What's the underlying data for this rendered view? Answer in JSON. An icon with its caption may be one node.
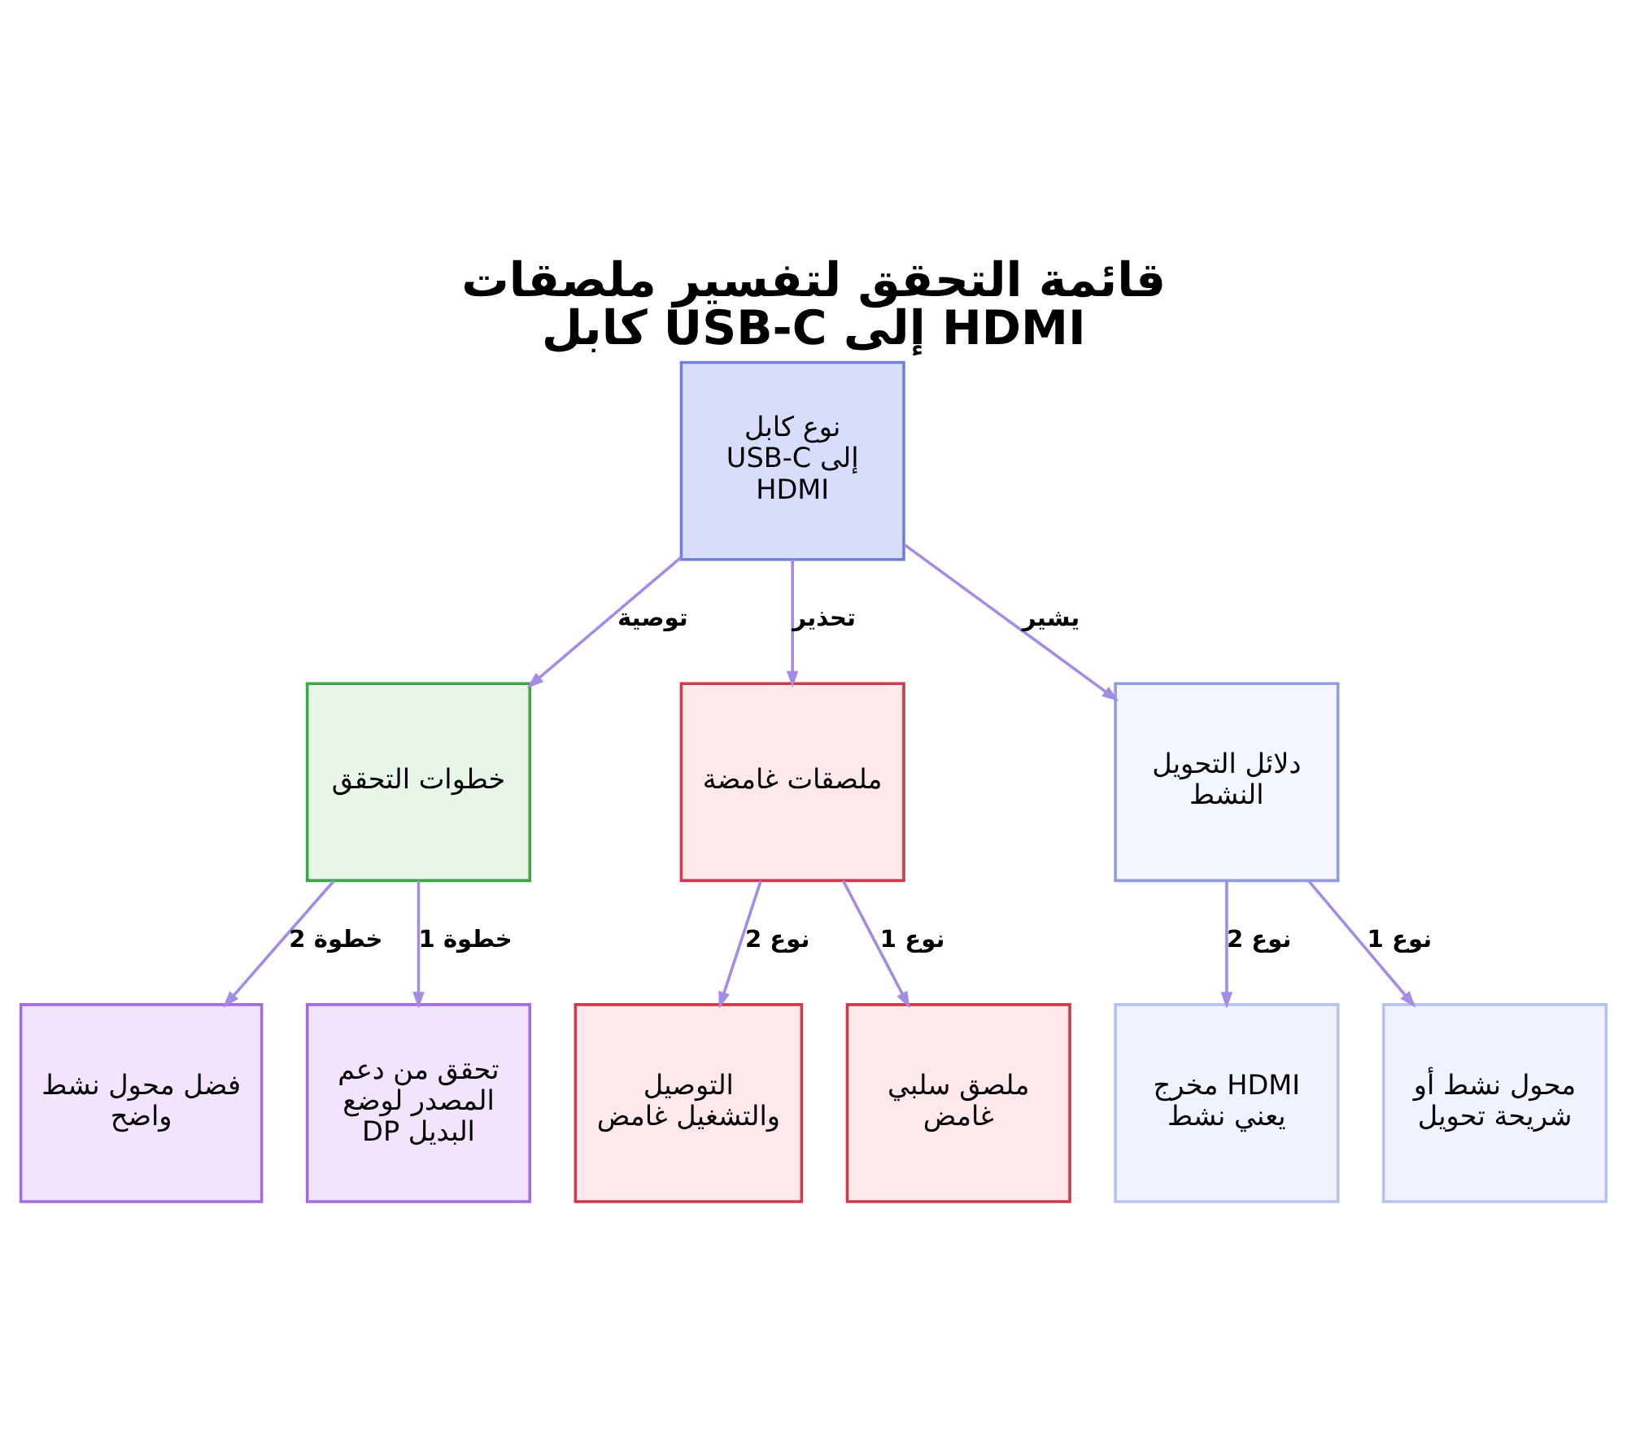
{
  "diagram": {
    "title": "قائمة التحقق لتفسير ملصقات كابل USB-C إلى HDMI",
    "nodes": [
      {
        "text": [
          "نوع كابل USB-C إلى HDMI"
        ]
      },
      {
        "text": [
          "خطوات التحقق"
        ]
      },
      {
        "text": [
          "ملصقات غامضة"
        ]
      },
      {
        "text": [
          "دلائل التحويل النشط"
        ]
      },
      {
        "text": [
          "فضل محول نشط واضح"
        ]
      },
      {
        "text": [
          "تحقق من دعم المصدر لوضع DP البديل"
        ]
      },
      {
        "text": [
          "التوصيل والتشغيل غامض"
        ]
      },
      {
        "text": [
          "ملصق سلبي غامض"
        ]
      },
      {
        "text": [
          "مخرج HDMI يعني نشط"
        ]
      },
      {
        "text": [
          "محول نشط أو شريحة تحويل"
        ]
      }
    ],
    "edges": [
      {
        "from": 0,
        "to": 1,
        "arrow": "to",
        "label": "توصية"
      },
      {
        "from": 0,
        "to": 2,
        "arrow": "to",
        "label": "تحذير"
      },
      {
        "from": 0,
        "to": 3,
        "arrow": "to",
        "label": "يشير"
      },
      {
        "from": 1,
        "to": 4,
        "arrow": "to",
        "label": "خطوة 2"
      },
      {
        "from": 1,
        "to": 5,
        "arrow": "to",
        "label": "خطوة 1"
      },
      {
        "from": 2,
        "to": 6,
        "arrow": "to",
        "label": "نوع 2"
      },
      {
        "from": 2,
        "to": 7,
        "arrow": "to",
        "label": "نوع 1"
      },
      {
        "from": 3,
        "to": 8,
        "arrow": "to",
        "label": "نوع 2"
      },
      {
        "from": 3,
        "to": 9,
        "arrow": "to",
        "label": "نوع 1"
      }
    ]
  }
}
